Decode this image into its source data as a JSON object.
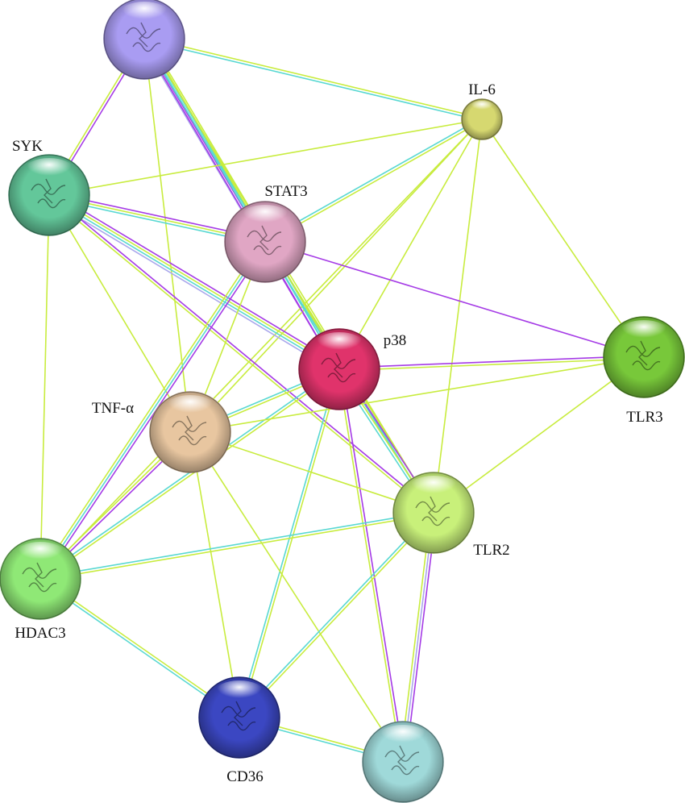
{
  "network": {
    "nodes": [
      {
        "id": "top",
        "label": "",
        "color": "#a99cf2"
      },
      {
        "id": "il6",
        "label": "IL-6",
        "color": "#d6d870"
      },
      {
        "id": "syk",
        "label": "SYK",
        "color": "#63c79a"
      },
      {
        "id": "stat3",
        "label": "STAT3",
        "color": "#e0a6c4"
      },
      {
        "id": "p38",
        "label": "p38",
        "color": "#e0336b"
      },
      {
        "id": "tlr3",
        "label": "TLR3",
        "color": "#78c83a"
      },
      {
        "id": "tnf",
        "label": "TNF-α",
        "color": "#e8c6a0"
      },
      {
        "id": "tlr2",
        "label": "TLR2",
        "color": "#c8f07a"
      },
      {
        "id": "hdac3",
        "label": "HDAC3",
        "color": "#8fe876"
      },
      {
        "id": "cd36",
        "label": "CD36",
        "color": "#3b47c2"
      },
      {
        "id": "bottom",
        "label": "",
        "color": "#9fd9d9"
      }
    ],
    "edge_colors": {
      "yellowgreen": "#c8ec3e",
      "cyan": "#59d8d2",
      "purple": "#a53be6",
      "lavender": "#aaa8ec"
    },
    "edges": [
      {
        "a": "top",
        "b": "il6",
        "types": [
          "yellowgreen",
          "cyan"
        ]
      },
      {
        "a": "top",
        "b": "syk",
        "types": [
          "purple",
          "yellowgreen"
        ]
      },
      {
        "a": "top",
        "b": "stat3",
        "types": [
          "yellowgreen",
          "cyan",
          "purple",
          "lavender"
        ]
      },
      {
        "a": "top",
        "b": "p38",
        "types": [
          "yellowgreen",
          "cyan",
          "purple"
        ]
      },
      {
        "a": "top",
        "b": "tnf",
        "types": [
          "yellowgreen"
        ]
      },
      {
        "a": "top",
        "b": "tlr2",
        "types": [
          "yellowgreen",
          "cyan"
        ]
      },
      {
        "a": "il6",
        "b": "stat3",
        "types": [
          "yellowgreen",
          "cyan"
        ]
      },
      {
        "a": "il6",
        "b": "syk",
        "types": [
          "yellowgreen"
        ]
      },
      {
        "a": "il6",
        "b": "p38",
        "types": [
          "yellowgreen"
        ]
      },
      {
        "a": "il6",
        "b": "tlr3",
        "types": [
          "yellowgreen"
        ]
      },
      {
        "a": "il6",
        "b": "tnf",
        "types": [
          "yellowgreen"
        ]
      },
      {
        "a": "il6",
        "b": "tlr2",
        "types": [
          "yellowgreen"
        ]
      },
      {
        "a": "il6",
        "b": "hdac3",
        "types": [
          "yellowgreen"
        ]
      },
      {
        "a": "syk",
        "b": "stat3",
        "types": [
          "purple",
          "yellowgreen",
          "cyan"
        ]
      },
      {
        "a": "syk",
        "b": "p38",
        "types": [
          "purple",
          "yellowgreen",
          "cyan",
          "lavender"
        ]
      },
      {
        "a": "syk",
        "b": "tnf",
        "types": [
          "yellowgreen"
        ]
      },
      {
        "a": "syk",
        "b": "tlr2",
        "types": [
          "purple",
          "yellowgreen"
        ]
      },
      {
        "a": "stat3",
        "b": "p38",
        "types": [
          "yellowgreen",
          "cyan",
          "purple"
        ]
      },
      {
        "a": "stat3",
        "b": "tlr3",
        "types": [
          "purple"
        ]
      },
      {
        "a": "stat3",
        "b": "tnf",
        "types": [
          "yellowgreen"
        ]
      },
      {
        "a": "stat3",
        "b": "tlr2",
        "types": [
          "yellowgreen",
          "cyan"
        ]
      },
      {
        "a": "stat3",
        "b": "hdac3",
        "types": [
          "purple",
          "cyan",
          "yellowgreen"
        ]
      },
      {
        "a": "p38",
        "b": "tlr3",
        "types": [
          "purple",
          "yellowgreen"
        ]
      },
      {
        "a": "p38",
        "b": "tnf",
        "types": [
          "yellowgreen",
          "cyan"
        ]
      },
      {
        "a": "p38",
        "b": "tlr2",
        "types": [
          "purple",
          "yellowgreen",
          "cyan"
        ]
      },
      {
        "a": "p38",
        "b": "hdac3",
        "types": [
          "yellowgreen",
          "cyan"
        ]
      },
      {
        "a": "p38",
        "b": "cd36",
        "types": [
          "yellowgreen",
          "cyan"
        ]
      },
      {
        "a": "p38",
        "b": "bottom",
        "types": [
          "purple",
          "yellowgreen"
        ]
      },
      {
        "a": "tlr3",
        "b": "tnf",
        "types": [
          "yellowgreen"
        ]
      },
      {
        "a": "tlr3",
        "b": "tlr2",
        "types": [
          "yellowgreen"
        ]
      },
      {
        "a": "tnf",
        "b": "tlr2",
        "types": [
          "yellowgreen"
        ]
      },
      {
        "a": "tnf",
        "b": "hdac3",
        "types": [
          "purple",
          "yellowgreen"
        ]
      },
      {
        "a": "tnf",
        "b": "cd36",
        "types": [
          "yellowgreen"
        ]
      },
      {
        "a": "tnf",
        "b": "bottom",
        "types": [
          "yellowgreen"
        ]
      },
      {
        "a": "tlr2",
        "b": "hdac3",
        "types": [
          "yellowgreen",
          "cyan"
        ]
      },
      {
        "a": "tlr2",
        "b": "cd36",
        "types": [
          "yellowgreen",
          "cyan"
        ]
      },
      {
        "a": "tlr2",
        "b": "bottom",
        "types": [
          "purple",
          "lavender",
          "yellowgreen"
        ]
      },
      {
        "a": "hdac3",
        "b": "cd36",
        "types": [
          "yellowgreen",
          "cyan"
        ]
      },
      {
        "a": "cd36",
        "b": "bottom",
        "types": [
          "yellowgreen",
          "cyan"
        ]
      },
      {
        "a": "syk",
        "b": "hdac3",
        "types": [
          "yellowgreen"
        ]
      }
    ]
  }
}
